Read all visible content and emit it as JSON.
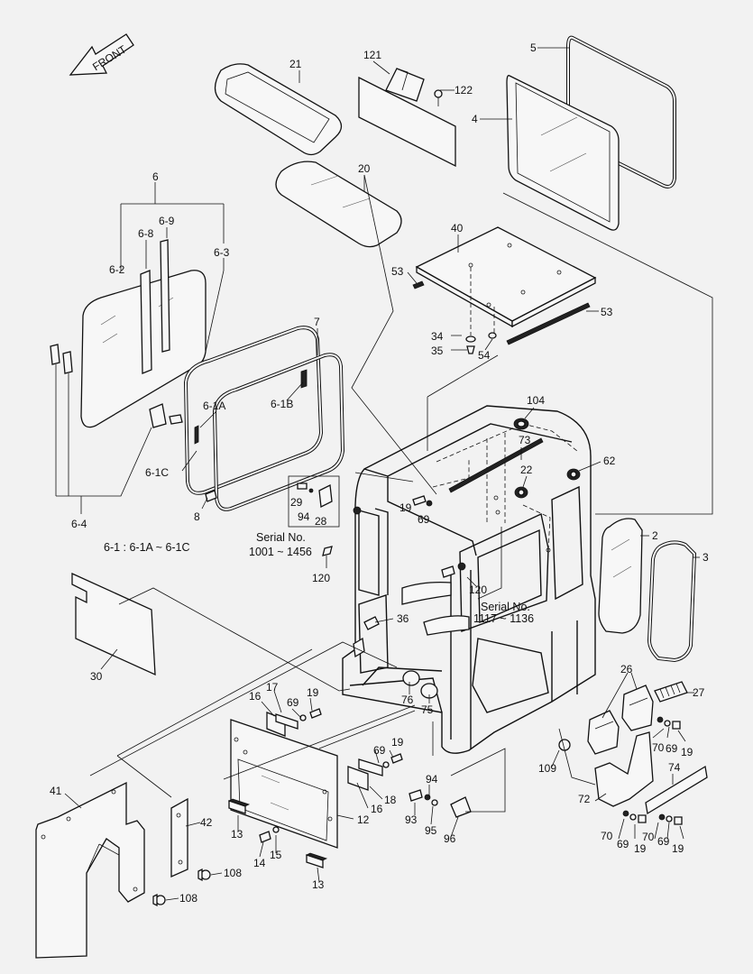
{
  "front_label": "FRONT",
  "serial_notes": {
    "serial_label_a": "Serial No.",
    "serial_range_a": "1001 ~ 1456",
    "serial_label_b": "Serial No.",
    "serial_range_b": "1117 ~ 1136"
  },
  "legend_note": "6-1 : 6-1A ~ 6-1C",
  "callouts": [
    "21",
    "121",
    "122",
    "5",
    "4",
    "20",
    "6",
    "6-9",
    "6-8",
    "6-2",
    "6-3",
    "40",
    "53",
    "53",
    "34",
    "35",
    "54",
    "7",
    "6-1A",
    "6-1B",
    "104",
    "73",
    "62",
    "22",
    "6-1C",
    "29",
    "94",
    "28",
    "19",
    "69",
    "8",
    "6-4",
    "120",
    "120",
    "2",
    "3",
    "36",
    "30",
    "26",
    "27",
    "76",
    "75",
    "16",
    "17",
    "69",
    "19",
    "70",
    "69",
    "19",
    "69",
    "19",
    "109",
    "74",
    "16",
    "18",
    "41",
    "94",
    "72",
    "70",
    "69",
    "19",
    "70",
    "69",
    "19",
    "42",
    "93",
    "95",
    "96",
    "12",
    "13",
    "14",
    "15",
    "108",
    "13",
    "108"
  ]
}
